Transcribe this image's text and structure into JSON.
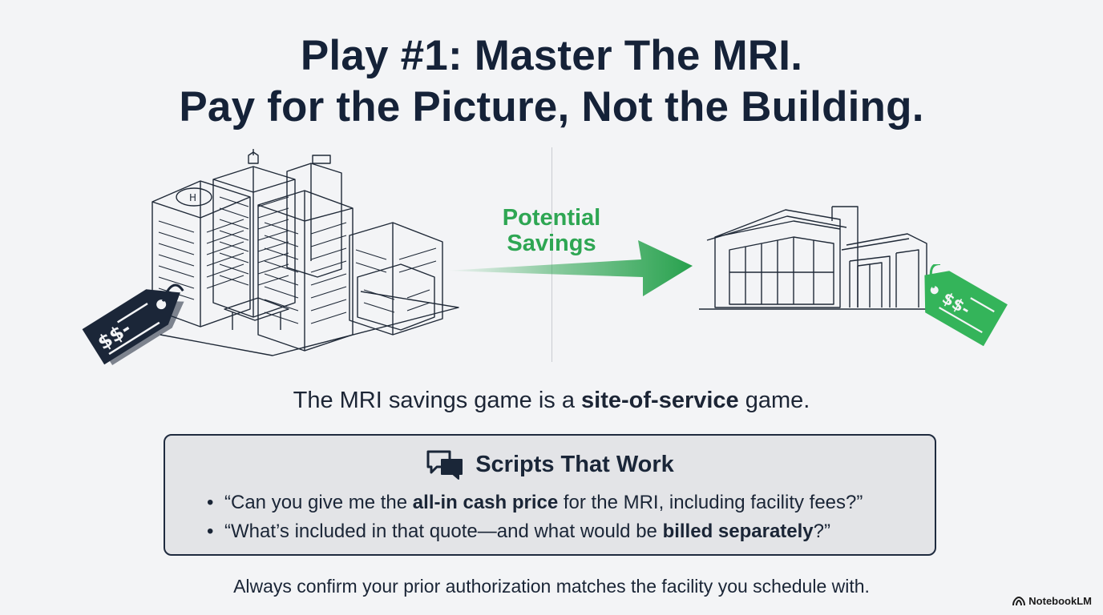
{
  "title": {
    "line1": "Play #1: Master The MRI.",
    "line2": "Pay for the Picture, Not the Building."
  },
  "hospital_tag": {
    "label": "$$-"
  },
  "clinic_tag": {
    "label": "$$-"
  },
  "savings": {
    "line1": "Potential",
    "line2": "Savings"
  },
  "tagline": {
    "before": "The MRI savings game is a ",
    "emphasis": "site-of-service",
    "after": " game."
  },
  "scripts": {
    "icon": "chat-bubbles-icon",
    "title": "Scripts That Work",
    "items": [
      {
        "before": "“Can you give me the ",
        "bold": "all-in cash price",
        "after": " for the MRI, including facility fees?”"
      },
      {
        "before": "“What’s included in that quote—and what would be ",
        "bold": "billed separately",
        "after": "?”"
      }
    ]
  },
  "footer_note": "Always confirm your prior authorization matches the facility you schedule with.",
  "brand": {
    "name": "NotebookLM",
    "icon": "notebooklm-logo-icon"
  },
  "colors": {
    "navy": "#152238",
    "green": "#2ea653",
    "background": "#f3f4f6",
    "box": "#e3e4e7"
  }
}
